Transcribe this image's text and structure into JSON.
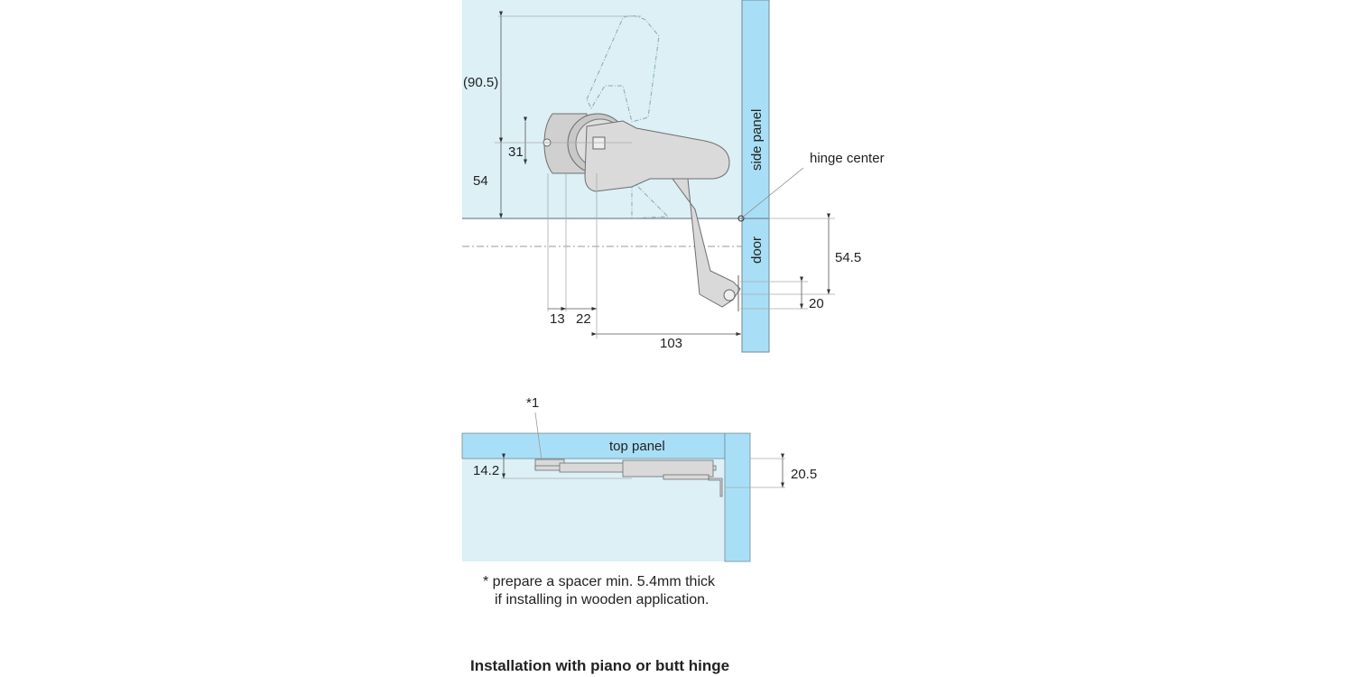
{
  "colors": {
    "interior": "#dcf0f6",
    "panel": "#a9dff6",
    "hinge_fill": "#d9d9d9",
    "hinge_stroke": "#6e6e6e",
    "dim_line": "#555555"
  },
  "side_view": {
    "labels": {
      "side_panel": "side panel",
      "door": "door",
      "hinge_center": "hinge center"
    },
    "dimensions": {
      "height_open": "(90.5)",
      "mount_spacing": "31",
      "height": "54",
      "offset_a": "13",
      "offset_b": "22",
      "depth": "103",
      "door_offset": "54.5",
      "pivot": "20"
    }
  },
  "top_view": {
    "labels": {
      "top_panel": "top panel",
      "footnote_ref": "*1"
    },
    "dimensions": {
      "thickness": "14.2",
      "overall": "20.5"
    }
  },
  "note": {
    "line1": "* prepare a spacer min. 5.4mm thick",
    "line2": "if installing in wooden application."
  },
  "title": "Installation with piano or butt hinge"
}
